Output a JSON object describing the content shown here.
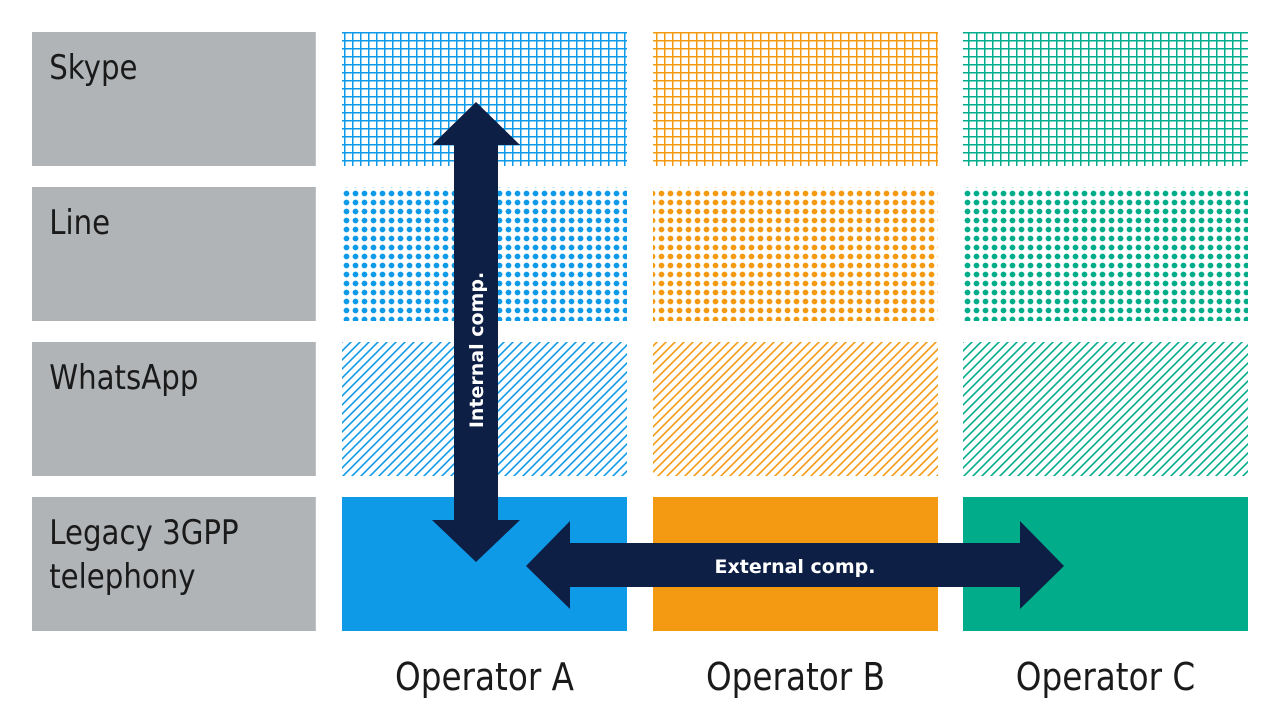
{
  "rows": [
    {
      "label_line1": "Skype",
      "label_line2": ""
    },
    {
      "label_line1": "Line",
      "label_line2": ""
    },
    {
      "label_line1": "WhatsApp",
      "label_line2": ""
    },
    {
      "label_line1": "Legacy 3GPP",
      "label_line2": "telephony"
    }
  ],
  "operators": [
    {
      "label": "Operator A",
      "color": "#0f9ae8"
    },
    {
      "label": "Operator B",
      "color": "#f39a12"
    },
    {
      "label": "Operator C",
      "color": "#00ac8a"
    }
  ],
  "arrows": {
    "internal": {
      "label": "Internal comp.",
      "color": "#0d1f45"
    },
    "external": {
      "label": "External comp.",
      "color": "#0d1f45"
    }
  },
  "label_box_color": "#b1b4b7",
  "patterns": [
    "grid",
    "dots",
    "diagonal-hatch",
    "solid"
  ]
}
